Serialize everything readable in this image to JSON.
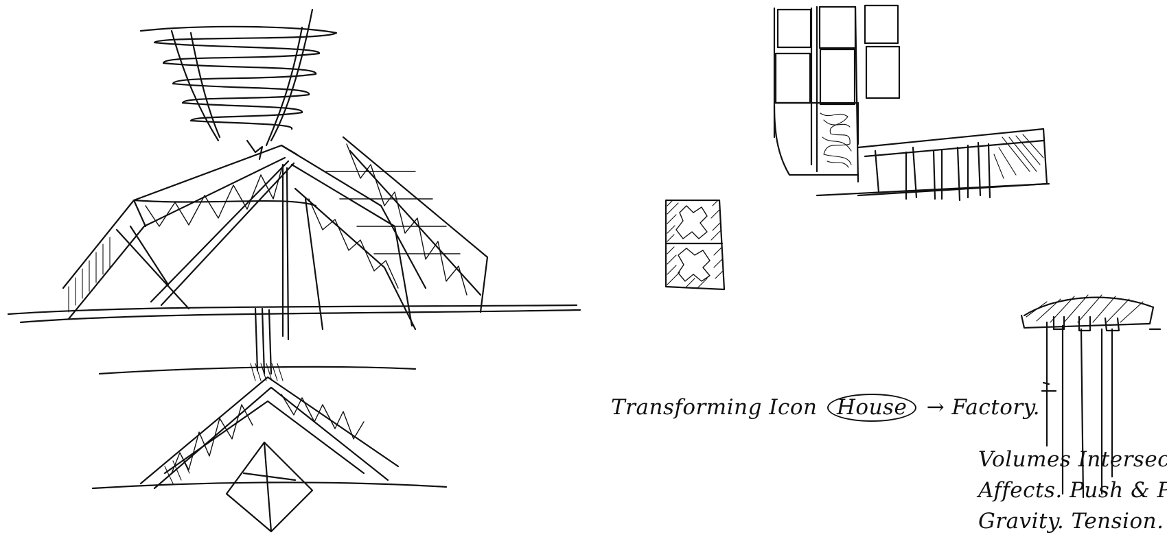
{
  "notes": {
    "transform_prefix": "Transforming Icon",
    "transform_house": "House",
    "transform_arrow": "→",
    "transform_suffix": "Factory.",
    "line1": "Volumes Intersects.",
    "line2": "Affects. Push & Pull.",
    "line3": "Gravity. Tension."
  }
}
